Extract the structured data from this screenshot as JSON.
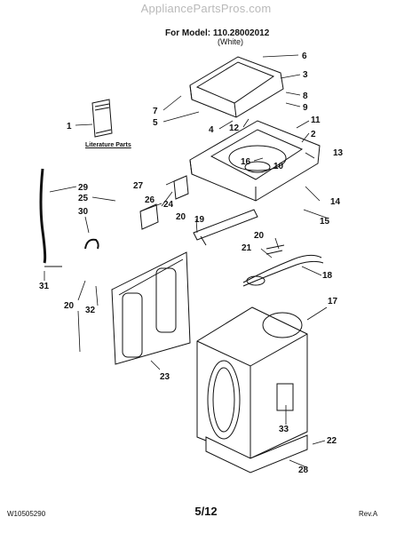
{
  "watermark": "AppliancePartsPros.com",
  "header": {
    "model": "For Model: 110.28002012",
    "color": "(White)"
  },
  "literature_label": "Literature Parts",
  "footer": {
    "doc_number": "W10505290",
    "page": "5/12",
    "revision": "Rev.A"
  },
  "callouts": [
    "6",
    "3",
    "7",
    "5",
    "8",
    "9",
    "4",
    "12",
    "11",
    "1",
    "2",
    "16",
    "10",
    "13",
    "29",
    "27",
    "25",
    "26",
    "24",
    "30",
    "20",
    "19",
    "14",
    "15",
    "20",
    "21",
    "18",
    "31",
    "20",
    "32",
    "17",
    "23",
    "33",
    "22",
    "28"
  ]
}
